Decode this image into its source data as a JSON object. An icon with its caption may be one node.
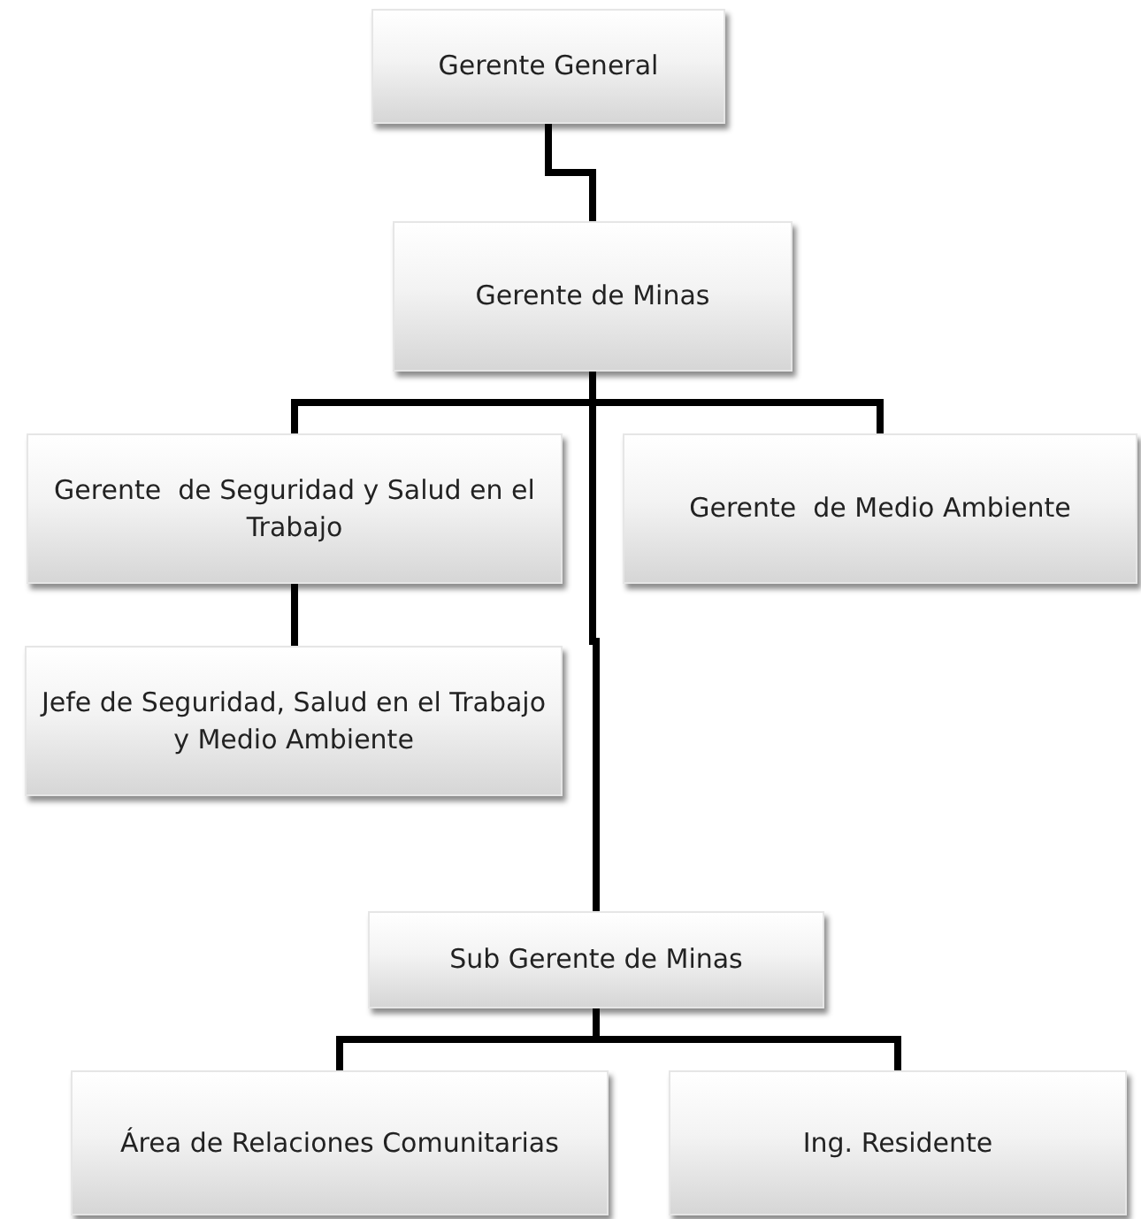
{
  "diagram": {
    "nodes": [
      {
        "text": [
          "Gerente General"
        ]
      },
      {
        "text": [
          "Gerente de Minas"
        ]
      },
      {
        "text": [
          "Gerente  de Seguridad y Salud en el Trabajo"
        ]
      },
      {
        "text": [
          "Gerente  de Medio Ambiente"
        ]
      },
      {
        "text": [
          "Jefe de Seguridad, Salud en el Trabajo y Medio Ambiente"
        ]
      },
      {
        "text": [
          "Sub Gerente de Minas"
        ]
      },
      {
        "text": [
          "Área de Relaciones Comunitarias"
        ]
      },
      {
        "text": [
          "Ing. Residente"
        ]
      }
    ],
    "edges": [
      {
        "from": 0,
        "to": 1,
        "arrow": "none"
      },
      {
        "from": 1,
        "to": 2,
        "arrow": "none"
      },
      {
        "from": 1,
        "to": 3,
        "arrow": "none"
      },
      {
        "from": 2,
        "to": 4,
        "arrow": "none"
      },
      {
        "from": 1,
        "to": 5,
        "arrow": "none"
      },
      {
        "from": 5,
        "to": 6,
        "arrow": "none"
      },
      {
        "from": 5,
        "to": 7,
        "arrow": "none"
      }
    ]
  }
}
